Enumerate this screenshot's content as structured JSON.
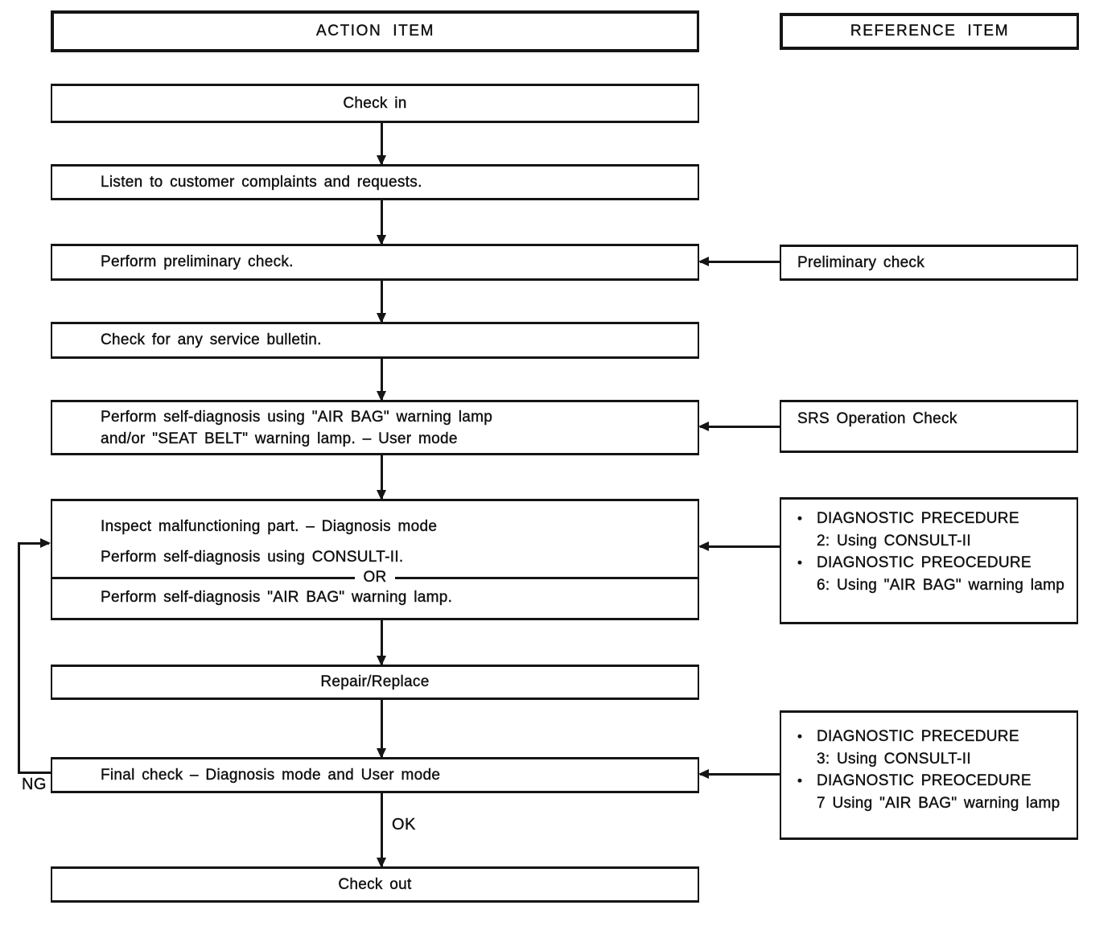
{
  "headers": {
    "action": "ACTION ITEM",
    "reference": "REFERENCE ITEM"
  },
  "labels": {
    "or": "OR",
    "ok": "OK",
    "ng": "NG"
  },
  "action_items": {
    "check_in": "Check in",
    "listen": "Listen to customer complaints and requests.",
    "preliminary": "Perform preliminary check.",
    "bulletin": "Check for any service bulletin.",
    "self_diagnosis": {
      "line1": "Perform self-diagnosis using \"AIR BAG\" warning lamp",
      "line2": "and/or \"SEAT BELT\" warning lamp. – User mode"
    },
    "inspect": {
      "line1": "Inspect malfunctioning part. – Diagnosis mode",
      "line2": "Perform self-diagnosis using CONSULT-II.",
      "line3": "Perform self-diagnosis \"AIR BAG\" warning lamp."
    },
    "repair": "Repair/Replace",
    "final_check": "Final check – Diagnosis mode and User mode",
    "check_out": "Check out"
  },
  "reference_items": {
    "preliminary": "Preliminary check",
    "srs": "SRS Operation Check",
    "diagnostic_upper": {
      "items": [
        {
          "bullet": "•",
          "title": "DIAGNOSTIC PRECEDURE",
          "detail": "2: Using CONSULT-II"
        },
        {
          "bullet": "•",
          "title": "DIAGNOSTIC PREOCEDURE",
          "detail": "6: Using \"AIR BAG\" warning lamp"
        }
      ]
    },
    "diagnostic_lower": {
      "items": [
        {
          "bullet": "•",
          "title": "DIAGNOSTIC PRECEDURE",
          "detail": "3: Using CONSULT-II"
        },
        {
          "bullet": "•",
          "title": "DIAGNOSTIC PREOCEDURE",
          "detail": "7 Using \"AIR BAG\" warning lamp"
        }
      ]
    }
  },
  "colors": {
    "ink": "#151515",
    "paper": "#ffffff"
  }
}
